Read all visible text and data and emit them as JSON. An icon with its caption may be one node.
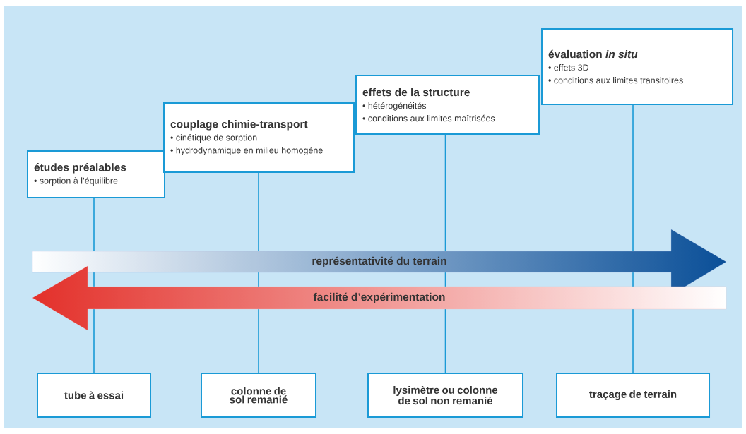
{
  "diagram": {
    "nodes": [
      {
        "text": [
          "études préalables",
          "• sorption à l’équilibre"
        ]
      },
      {
        "text": [
          "couplage chimie-transport",
          "• cinétique de sorption",
          "• hydrodynamique en milieu homogène"
        ]
      },
      {
        "text": [
          "effets de la structure",
          "• hétérogénéités",
          "• conditions aux limites maîtrisées"
        ]
      },
      {
        "text": [
          "évaluation *in situ*",
          "• effets 3D",
          "• conditions aux limites transitoires"
        ]
      },
      {
        "text": [
          "tube à essai"
        ]
      },
      {
        "text": [
          "colonne de sol remanié"
        ]
      },
      {
        "text": [
          "lysimètre ou colonne de sol non remanié"
        ]
      },
      {
        "text": [
          "traçage de terrain"
        ]
      }
    ],
    "edges": [
      {
        "from": 4,
        "to": 0,
        "arrow": "none"
      },
      {
        "from": 5,
        "to": 1,
        "arrow": "none"
      },
      {
        "from": 6,
        "to": 2,
        "arrow": "none"
      },
      {
        "from": 7,
        "to": 3,
        "arrow": "none"
      }
    ],
    "labels": [
      "représentativité du terrain",
      "facilité d’expérimentation"
    ]
  }
}
